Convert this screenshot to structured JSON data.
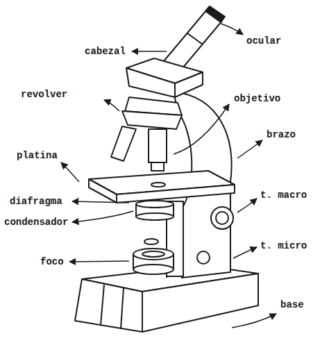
{
  "diagram": {
    "labels": [
      "ocular",
      "cabezal",
      "revolver",
      "objetivo",
      "brazo",
      "platina",
      "t. macro",
      "diafragma",
      "condensador",
      "t. micro",
      "foco",
      "base"
    ]
  }
}
